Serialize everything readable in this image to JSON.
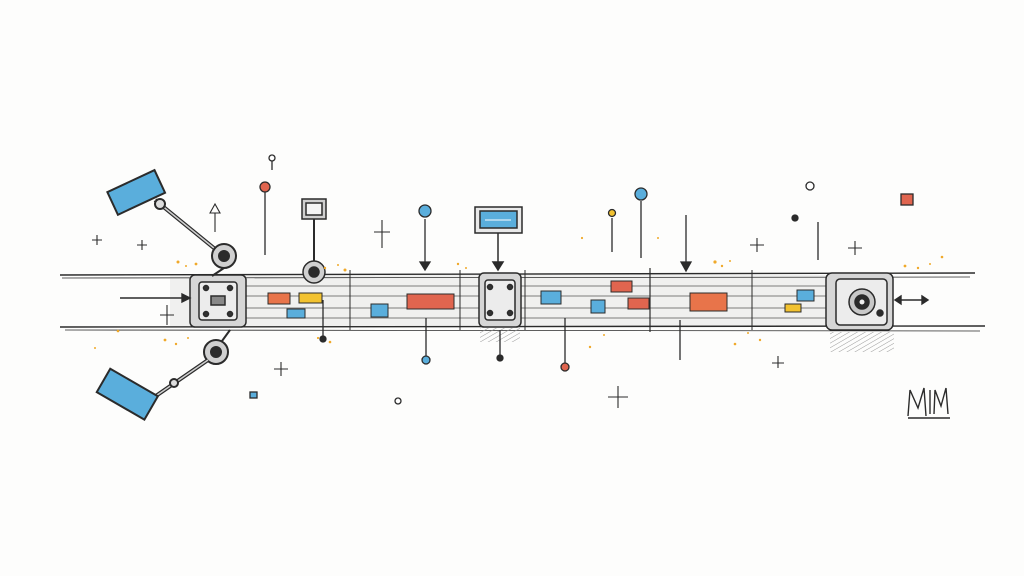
{
  "diagram": {
    "style": "hand-drawn ink sketch with watercolor accents",
    "palette": {
      "ink": "#2b2b2b",
      "belt_fill": "#efefef",
      "module_fill": "#d9d9d9",
      "blue": "#5aaedc",
      "red": "#e0654f",
      "orange": "#e8744a",
      "yellow": "#f2c230",
      "speckle": "#f0a92a"
    },
    "nodes": [
      {
        "id": "robot-arm-top",
        "icon": "robotic-arm-icon"
      },
      {
        "id": "robot-arm-bottom",
        "icon": "robotic-arm-icon"
      },
      {
        "id": "input-module",
        "icon": "processing-module-icon"
      },
      {
        "id": "middle-module",
        "icon": "processing-module-icon"
      },
      {
        "id": "output-module",
        "icon": "camera-module-icon"
      },
      {
        "id": "monitor-top",
        "icon": "monitor-icon"
      },
      {
        "id": "display-top",
        "icon": "display-panel-icon"
      },
      {
        "id": "camera-top",
        "icon": "camera-icon"
      }
    ],
    "items_on_belt": {
      "colors": [
        "orange",
        "yellow",
        "blue",
        "red",
        "blue",
        "red",
        "red",
        "orange",
        "blue",
        "yellow"
      ]
    }
  },
  "signature": {
    "text": "MM"
  }
}
